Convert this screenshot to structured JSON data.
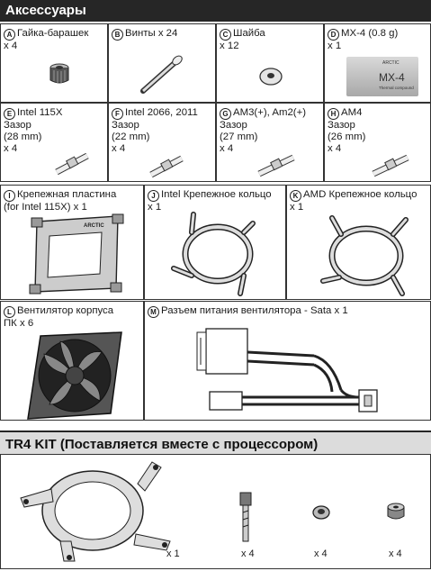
{
  "section1": {
    "title": "Аксессуары"
  },
  "items": [
    {
      "badge": "A",
      "lines": [
        "Гайка-барашек",
        "x 4"
      ]
    },
    {
      "badge": "B",
      "lines": [
        "Винты x 24"
      ]
    },
    {
      "badge": "C",
      "lines": [
        "Шайба",
        "x 12"
      ]
    },
    {
      "badge": "D",
      "lines": [
        "MX-4 (0.8 g)",
        "x 1"
      ]
    },
    {
      "badge": "E",
      "lines": [
        "Intel 115X",
        "Зазор",
        "(28 mm)",
        "x 4"
      ]
    },
    {
      "badge": "F",
      "lines": [
        "Intel 2066, 2011",
        "Зазор",
        "(22 mm)",
        "x 4"
      ]
    },
    {
      "badge": "G",
      "lines": [
        "AM3(+), Am2(+)",
        "Зазор",
        "(27 mm)",
        "x 4"
      ]
    },
    {
      "badge": "H",
      "lines": [
        "AM4",
        "Зазор",
        "(26 mm)",
        "x 4"
      ]
    },
    {
      "badge": "I",
      "lines": [
        "Крепежная пластина",
        "(for Intel 115X) x 1"
      ]
    },
    {
      "badge": "J",
      "lines": [
        "Intel Крепежное кольцо",
        "x 1"
      ]
    },
    {
      "badge": "K",
      "lines": [
        "AMD Крепежное кольцо",
        "x 1"
      ]
    },
    {
      "badge": "L",
      "lines": [
        "Вентилятор корпуса",
        "ПК x 6"
      ]
    },
    {
      "badge": "M",
      "lines": [
        "Разъем питания вентилятора - Sata x 1"
      ]
    }
  ],
  "mx4_packet": {
    "brand": "ARCTIC",
    "product": "MX-4",
    "sub": "Thermal compound"
  },
  "plate_logo": "ARCTIC",
  "section2": {
    "title": "TR4 KIT (Поставляется вместе с процессором)"
  },
  "tr4_quantities": [
    "x 1",
    "x 4",
    "x 4",
    "x 4"
  ]
}
